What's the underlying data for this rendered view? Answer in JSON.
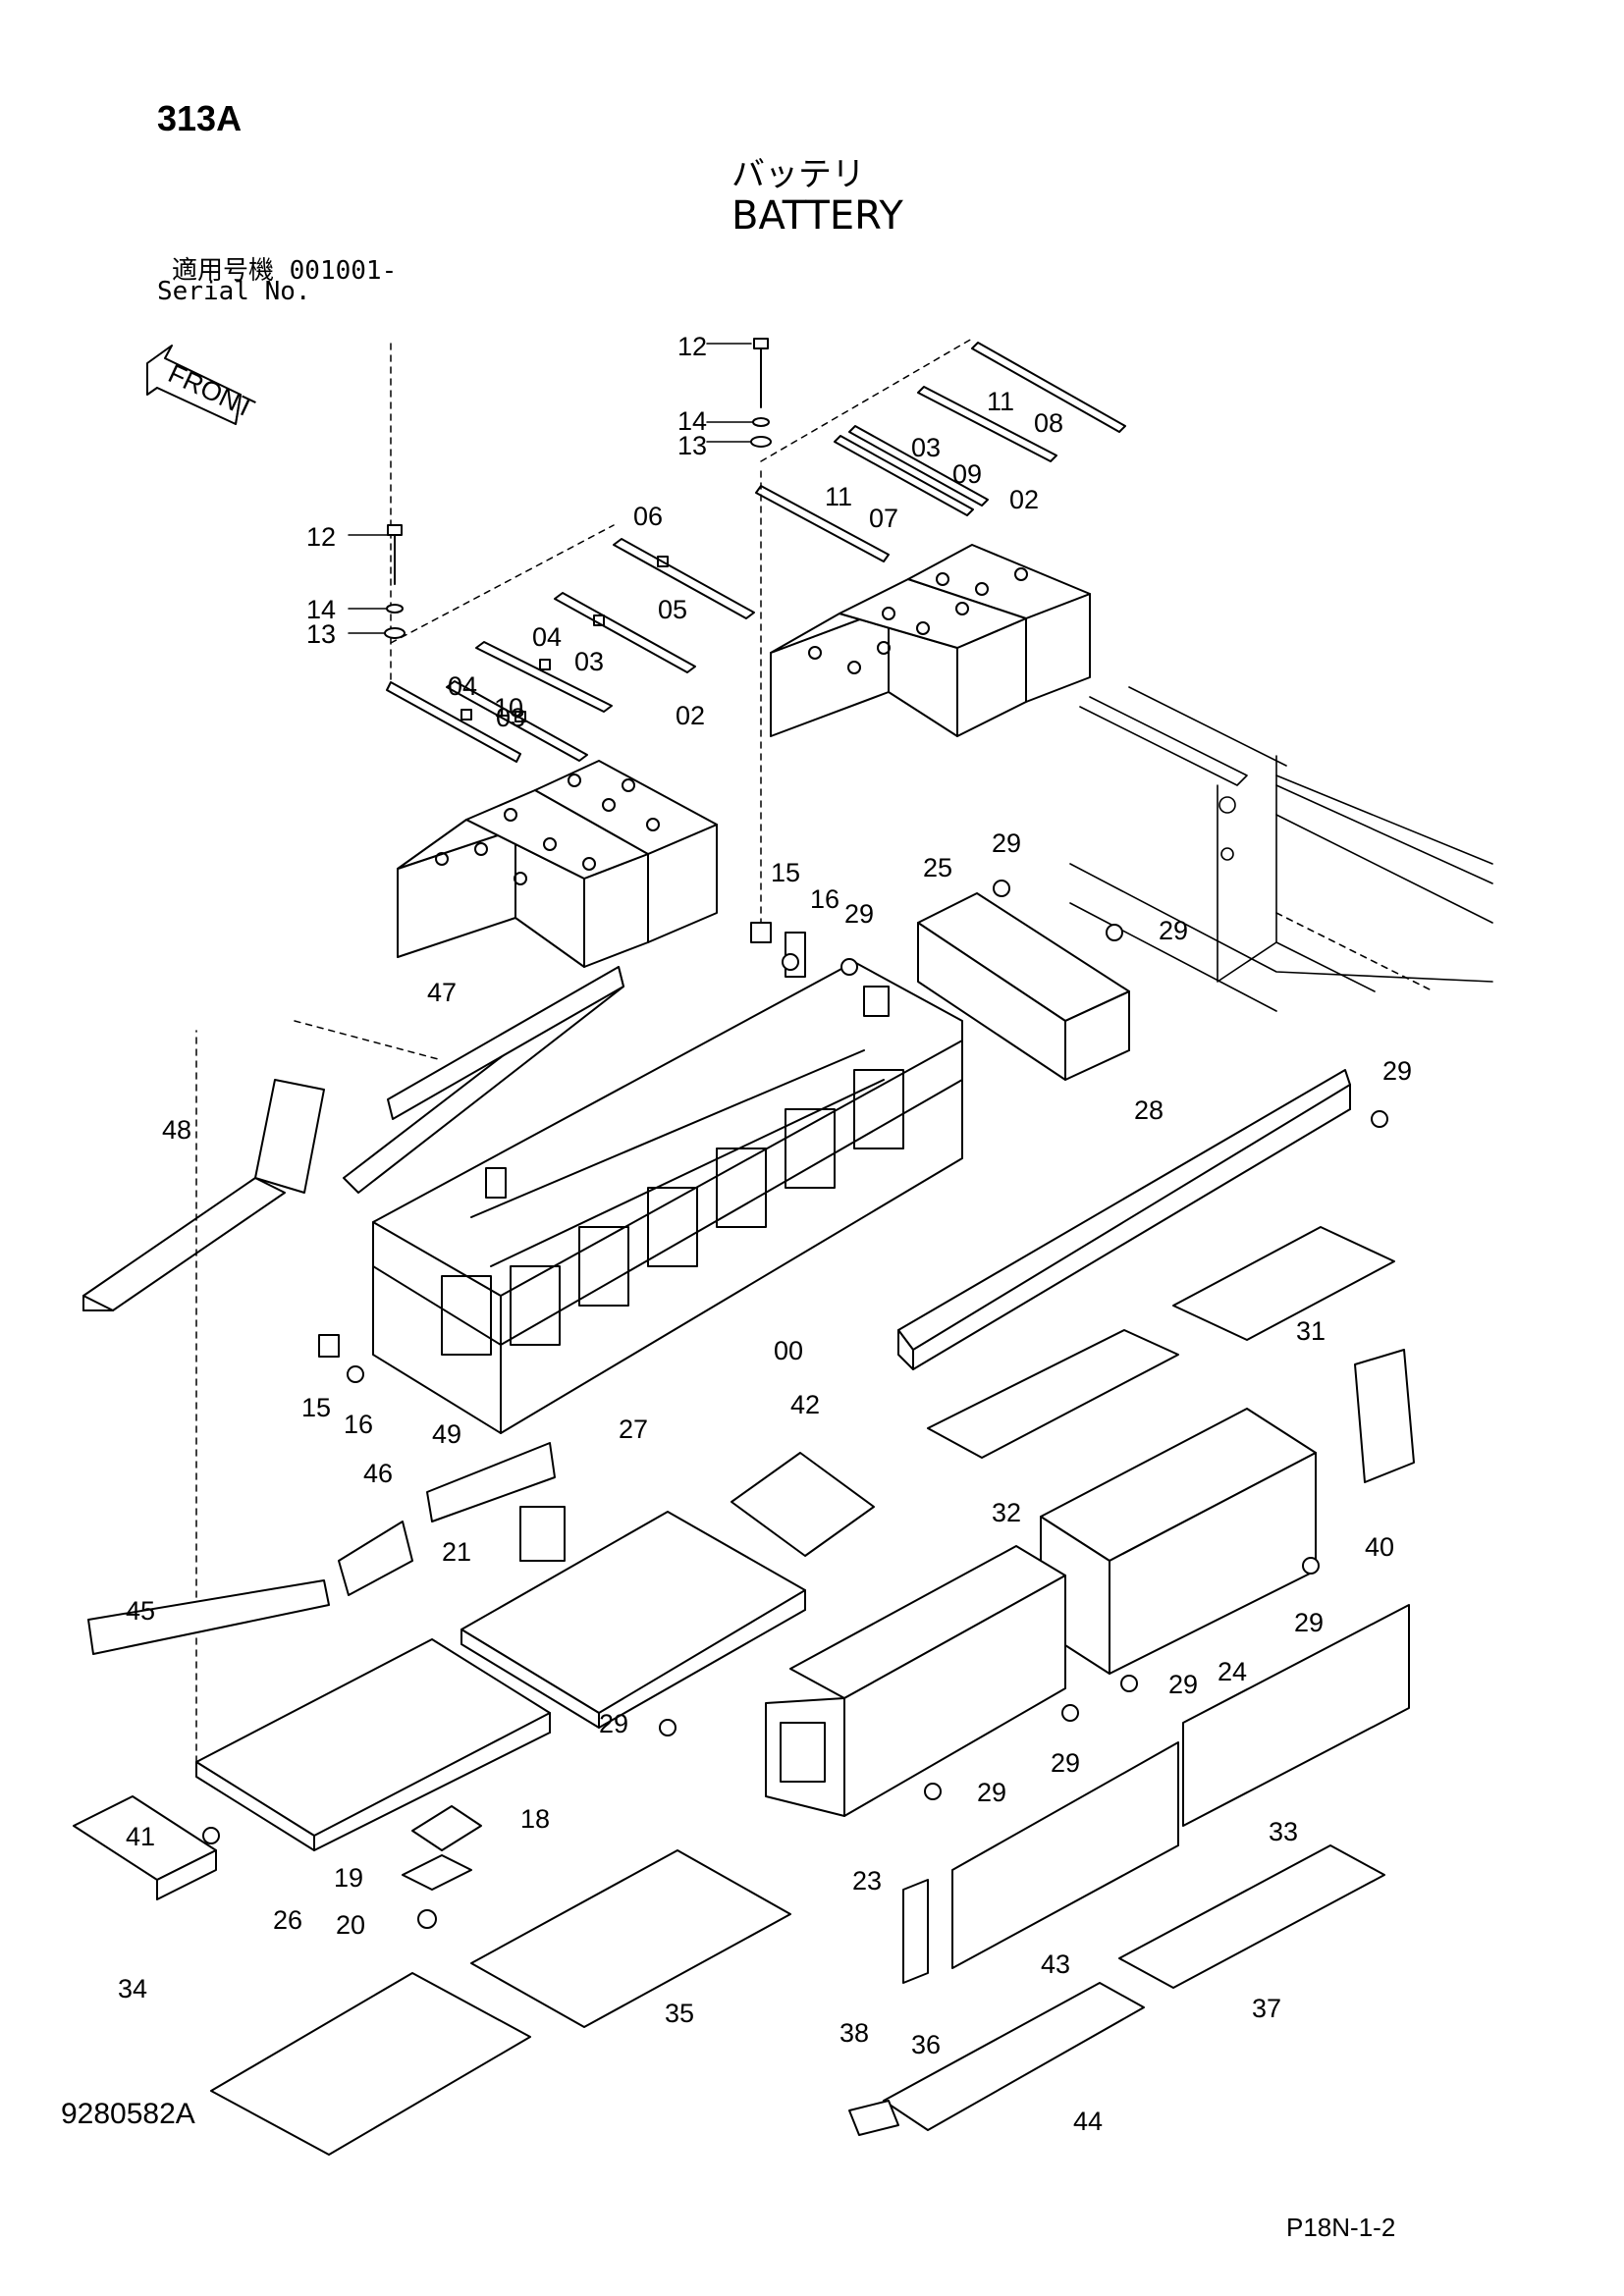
{
  "header": {
    "code": "313A",
    "title_jp": "バッテリ",
    "title_en": "BATTERY",
    "serial_jp": "適用号機  001001-",
    "serial_en": "Serial No."
  },
  "front_arrow": {
    "label": "FRONT"
  },
  "footer": {
    "drawing_no": "9280582A",
    "page_no": "P18N-1-2"
  },
  "callouts": [
    "12",
    "14",
    "13",
    "06",
    "05",
    "04",
    "03",
    "04",
    "03",
    "10",
    "02",
    "12",
    "14",
    "13",
    "11",
    "08",
    "03",
    "09",
    "11",
    "07",
    "02",
    "15",
    "16",
    "29",
    "25",
    "29",
    "29",
    "47",
    "48",
    "28",
    "29",
    "00",
    "31",
    "15",
    "16",
    "32",
    "40",
    "49",
    "27",
    "42",
    "46",
    "21",
    "45",
    "24",
    "29",
    "29",
    "29",
    "29",
    "23",
    "29",
    "18",
    "33",
    "19",
    "26",
    "20",
    "41",
    "34",
    "43",
    "35",
    "37",
    "38",
    "36",
    "44"
  ],
  "colors": {
    "ink": "#000000",
    "paper": "#ffffff"
  }
}
